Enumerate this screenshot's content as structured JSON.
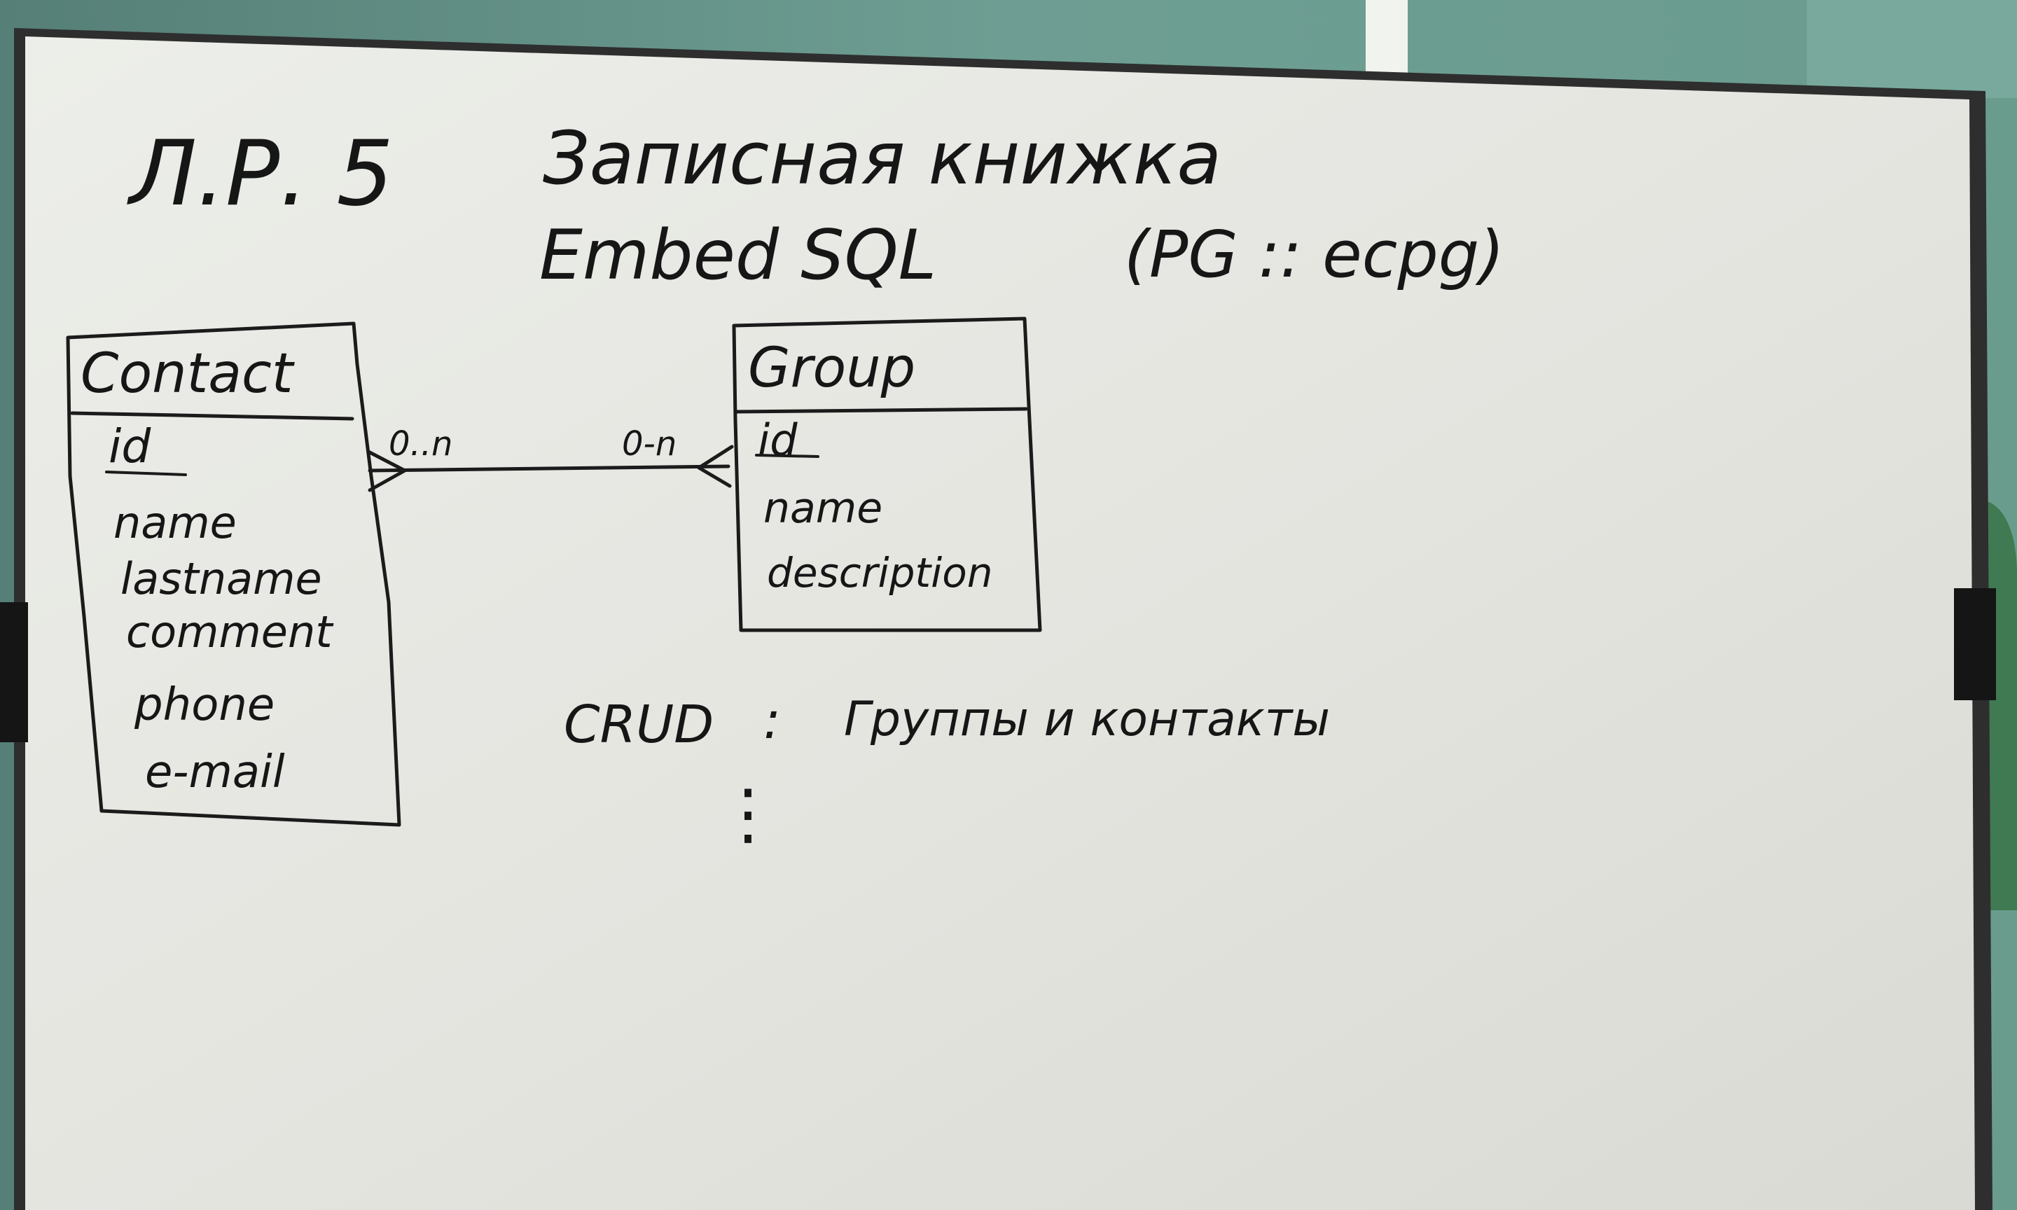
{
  "board": {
    "lab_label": "Л.Р. 5",
    "title": "Записная книжка",
    "subtitle": "Embed SQL",
    "tool_note": "(PG :: ecpg)"
  },
  "entities": [
    {
      "name": "Contact",
      "key_field": "id",
      "fields": [
        "name",
        "lastname",
        "comment",
        "phone",
        "e-mail"
      ]
    },
    {
      "name": "Group",
      "key_field": "id",
      "fields": [
        "name",
        "description"
      ]
    }
  ],
  "relation": {
    "left_cardinality": "0..n",
    "right_cardinality": "0-n"
  },
  "crud_note": {
    "label": "CRUD",
    "separator": ":",
    "text": "Группы и контакты",
    "continuation": "⋮"
  },
  "colors": {
    "wall": "#5f8f86",
    "board_surface": "#e6e6e1",
    "frame": "#2a2a2a",
    "marker_ink": "#1b1b1b"
  }
}
